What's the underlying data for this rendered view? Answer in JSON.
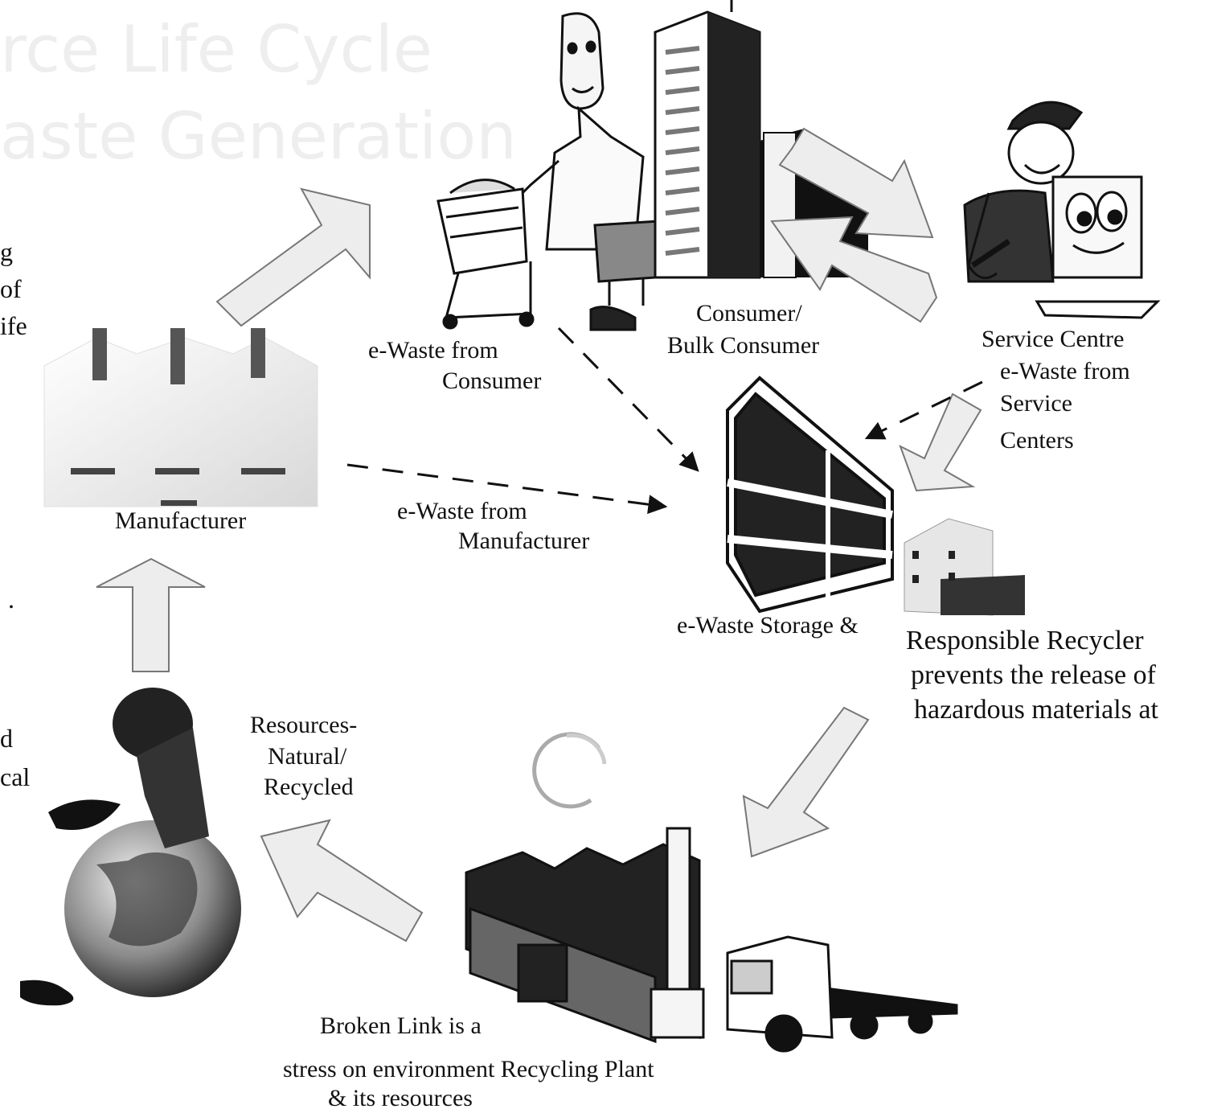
{
  "watermark": {
    "line1": "rce Life Cycle",
    "line2": "aste Generation"
  },
  "left_cut_text": {
    "top": [
      "g",
      "of",
      "ife"
    ],
    "dot": ".",
    "bottom": [
      "d",
      "cal"
    ]
  },
  "labels": {
    "manufacturer": "Manufacturer",
    "ewaste_consumer": [
      "e-Waste from",
      "Consumer"
    ],
    "consumer": [
      "Consumer/",
      "Bulk Consumer"
    ],
    "service_centre": "Service Centre",
    "ewaste_service": [
      "e-Waste from",
      "Service",
      "Centers"
    ],
    "ewaste_manufacturer": [
      "e-Waste from",
      "Manufacturer"
    ],
    "storage": "e-Waste Storage &",
    "recycler": [
      "Responsible Recycler",
      "prevents the release of",
      "hazardous materials at"
    ],
    "resources": [
      "Resources-",
      "Natural/",
      "Recycled"
    ],
    "broken_link": [
      "Broken Link is a",
      "stress on environment Recycling Plant",
      "& its resources"
    ]
  },
  "colors": {
    "arrow_fill": "#ededed",
    "arrow_stroke": "#777777",
    "ink": "#111111"
  }
}
